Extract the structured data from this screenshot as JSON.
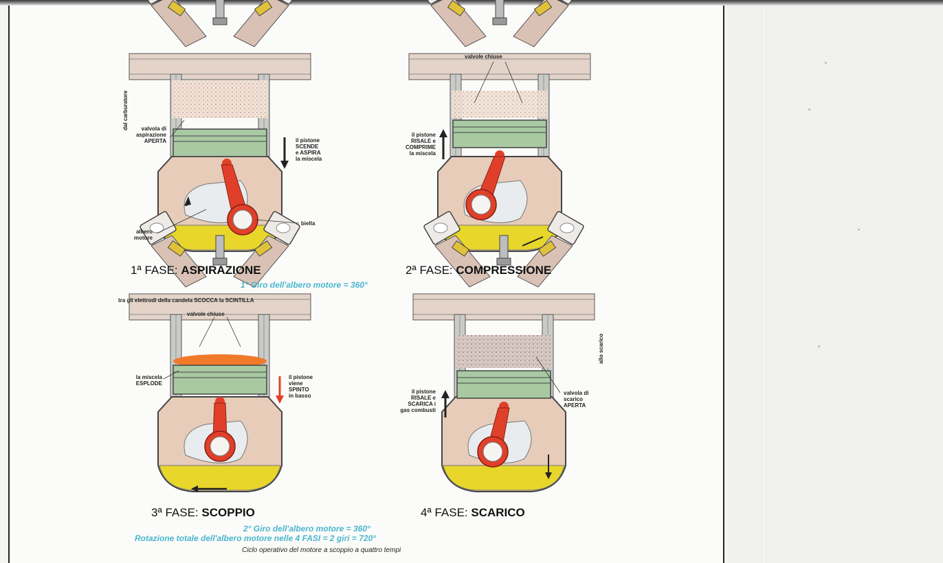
{
  "colors": {
    "flesh": "#e7ccb9",
    "piston_red": "#e0402a",
    "oil": "#e8d62a",
    "cylinder_green": "#a8c9a2",
    "cylinder_grey": "#c9cbc8",
    "caption_blue": "#4bb6d0",
    "explosion": "#f07a2a"
  },
  "phase1": {
    "title_prefix": "1ª FASE:",
    "title": "ASPIRAZIONE",
    "label_carburetor": "dal carburatore",
    "label_valve": "valvola di\naspirazione\nAPERTA",
    "label_piston": "il pistone\nSCENDE\ne ASPIRA\nla miscela",
    "label_crankshaft": "albero\nmotore",
    "label_rod": "biella"
  },
  "phase2": {
    "title_prefix": "2ª FASE:",
    "title": "COMPRESSIONE",
    "label_valves": "valvole chiuse",
    "label_piston": "il pistone\nRISALE e\nCOMPRIME\nla miscela"
  },
  "caption_turn1": "1° Giro dell'albero motore = 360°",
  "label_spark": "tra gli elettrodi della candela SCOCCA la SCINTILLA",
  "phase3": {
    "title_prefix": "3ª FASE:",
    "title": "SCOPPIO",
    "label_valves": "valvole chiuse",
    "label_mixture": "la miscela\nESPLODE",
    "label_piston": "il pistone\nviene\nSPINTO\nin basso"
  },
  "phase4": {
    "title_prefix": "4ª FASE:",
    "title": "SCARICO",
    "label_exhaust": "allo scarico",
    "label_piston": "il pistone\nRISALE e\nSCARICA i\ngas combusti",
    "label_valve": "valvola di\nscarico\nAPERTA"
  },
  "caption_turn2": "2° Giro dell'albero motore = 360°",
  "caption_total": "Rotazione totale dell'albero motore nelle 4 FASI = 2 giri = 720°",
  "caption_footer": "Ciclo operativo del motore a scoppio a quattro tempi"
}
